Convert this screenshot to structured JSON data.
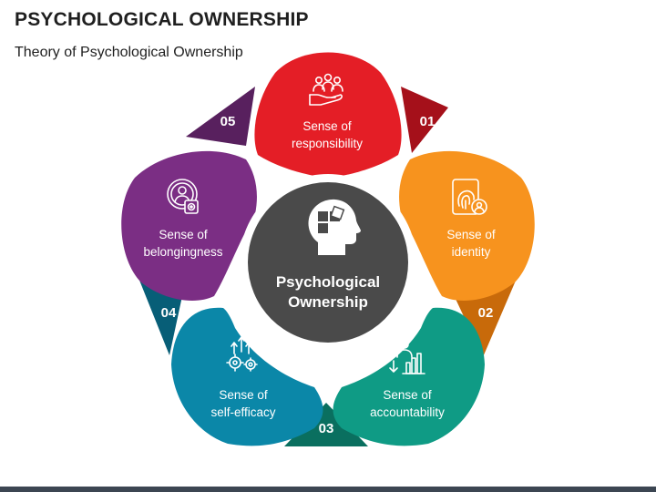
{
  "title": "PSYCHOLOGICAL OWNERSHIP",
  "subtitle": "Theory of Psychological Ownership",
  "center": {
    "line1": "Psychological",
    "line2": "Ownership",
    "icon": "head-puzzle-icon"
  },
  "segments": [
    {
      "number": "01",
      "line1": "Sense of",
      "line2": "responsibility",
      "color": "#e41e26",
      "dark": "#a5101a",
      "icon": "hand-people-icon"
    },
    {
      "number": "02",
      "line1": "Sense of",
      "line2": "identity",
      "color": "#f7931e",
      "dark": "#c86a0a",
      "icon": "fingerprint-user-icon"
    },
    {
      "number": "03",
      "line1": "Sense of",
      "line2": "accountability",
      "color": "#0f9b85",
      "dark": "#0a6f5f",
      "icon": "person-chart-icon"
    },
    {
      "number": "04",
      "line1": "Sense of",
      "line2": "self-efficacy",
      "color": "#0b87a8",
      "dark": "#075e77",
      "icon": "gears-arrows-icon"
    },
    {
      "number": "05",
      "line1": "Sense of",
      "line2": "belongingness",
      "color": "#7b2e84",
      "dark": "#58205e",
      "icon": "person-target-icon"
    }
  ],
  "colors": {
    "center": "#4a4a4a",
    "bottom_bar": "#3c4652"
  }
}
